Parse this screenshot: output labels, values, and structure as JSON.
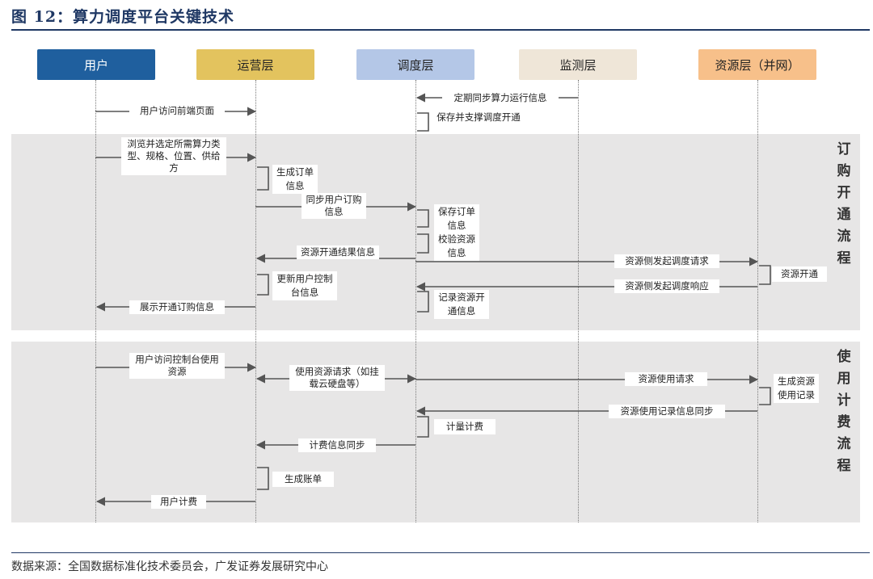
{
  "figure_title": "图 12：算力调度平台关键技术",
  "source_note": "数据来源：全国数据标准化技术委员会，广发证券发展研究中心",
  "lanes": [
    "用户",
    "运营层",
    "调度层",
    "监测层",
    "资源层（并网）"
  ],
  "lane_colors": [
    "#1f5f9e",
    "#e3c35e",
    "#b4c7e7",
    "#efe6d8",
    "#f7c08a"
  ],
  "sections": [
    "订购开通流程",
    "使用计费流程"
  ],
  "messages": [
    "用户访问前端页面",
    "定期同步算力运行信息",
    "浏览并选定所需算力类型、规格、位置、供给方",
    "同步用户订购信息",
    "资源开通结果信息",
    "资源侧发起调度请求",
    "资源侧发起调度响应",
    "展示开通订购信息",
    "用户访问控制台使用资源",
    "使用资源请求（如挂载云硬盘等）",
    "资源使用请求",
    "资源使用记录信息同步",
    "计费信息同步",
    "用户计费"
  ],
  "activations": [
    "保存并支撑调度开通",
    "生成订单信息",
    "保存订单信息",
    "校验资源信息",
    "资源开通",
    "更新用户控制台信息",
    "记录资源开通信息",
    "生成资源使用记录",
    "计量计费",
    "生成账单"
  ]
}
